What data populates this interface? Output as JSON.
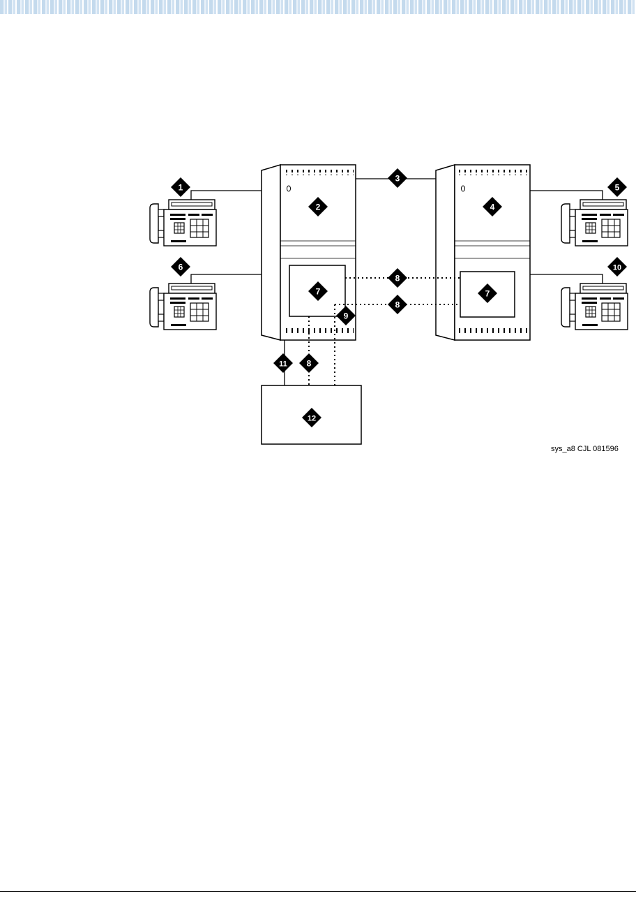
{
  "callouts": [
    {
      "id": "c1",
      "label": "1"
    },
    {
      "id": "c2",
      "label": "2"
    },
    {
      "id": "c3",
      "label": "3"
    },
    {
      "id": "c4",
      "label": "4"
    },
    {
      "id": "c5",
      "label": "5"
    },
    {
      "id": "c6",
      "label": "6"
    },
    {
      "id": "c7a",
      "label": "7"
    },
    {
      "id": "c7b",
      "label": "7"
    },
    {
      "id": "c8a",
      "label": "8"
    },
    {
      "id": "c8b",
      "label": "8"
    },
    {
      "id": "c8c",
      "label": "8"
    },
    {
      "id": "c9",
      "label": "9"
    },
    {
      "id": "c10",
      "label": "10"
    },
    {
      "id": "c11",
      "label": "11"
    },
    {
      "id": "c12",
      "label": "12"
    }
  ],
  "figure": {
    "id_text": "sys_a8 CJL 081596"
  },
  "colors": {
    "line": "#000000",
    "callout_fill": "#000000",
    "callout_text": "#ffffff",
    "header_band": "#b9d3ea"
  }
}
